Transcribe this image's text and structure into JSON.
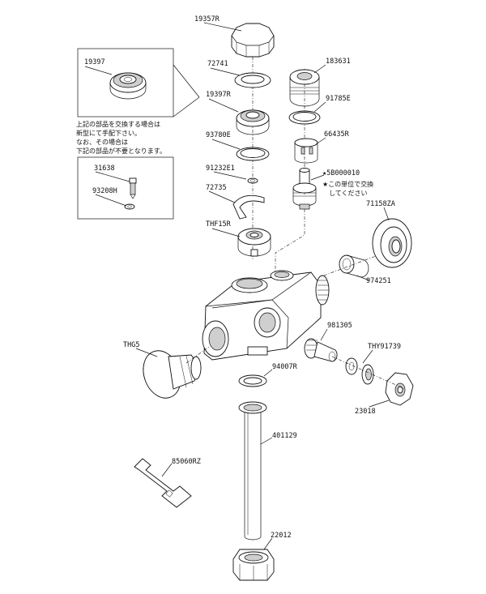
{
  "part_numbers": {
    "cap": "19357R",
    "inset_washer_a": "19397",
    "washer_72741": "72741",
    "washer_19397r": "19397R",
    "ring_93780e": "93780E",
    "oring_91232e1": "91232E1",
    "clip_72735": "72735",
    "cartridge_thf15r": "THF15R",
    "valve_183631": "183631",
    "ring_91785e": "91785E",
    "sleeve_66435r": "66435R",
    "spindle_5b": "★5B000010",
    "escutcheon_71158za": "71158ZA",
    "pipe_974251": "974251",
    "screw_31638": "31638",
    "screw_93208h": "93208H",
    "handle_thg5": "THG5",
    "check_981305": "981305",
    "washer_thy91739": "THY91739",
    "nut_23018": "23018",
    "gasket_94007r": "94007R",
    "tube_401129": "401129",
    "key_85060rz": "85060RZ",
    "nut_22012": "22012"
  },
  "notes": {
    "replace_line1": "上記の部品を交換する場合は",
    "replace_line2": "新型にて手配下さい。",
    "replace_line3": "なお、その場合は",
    "replace_line4": "下記の部品が不要となります。",
    "unit_line1": "★この単位で交換",
    "unit_line2": "してください"
  }
}
